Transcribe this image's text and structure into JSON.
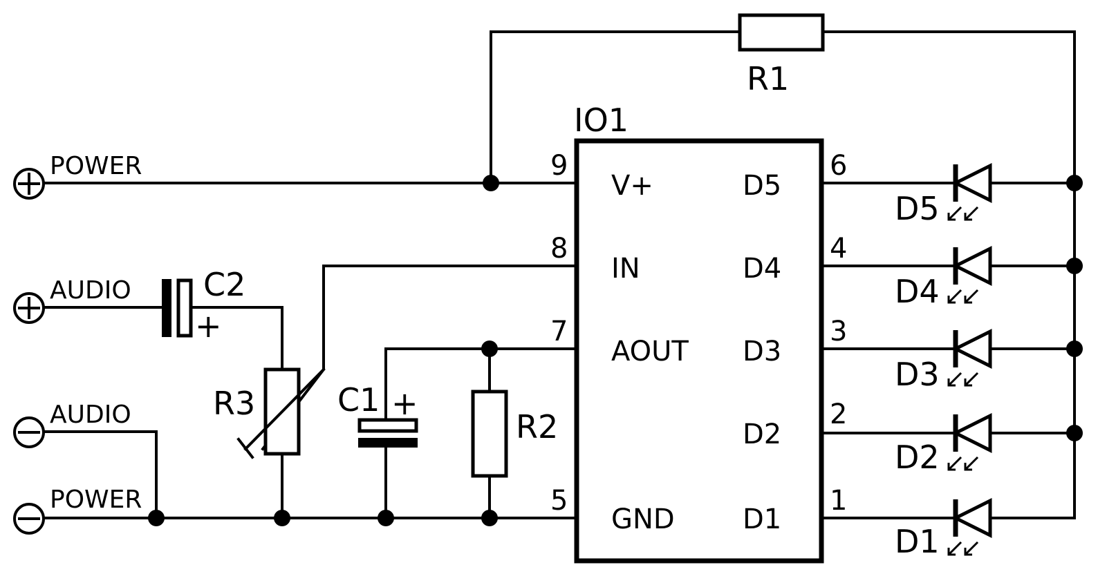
{
  "ic": {
    "name": "IO1",
    "pins": {
      "p9": "9",
      "p8": "8",
      "p7": "7",
      "p5": "5",
      "p6": "6",
      "p4": "4",
      "p3": "3",
      "p2": "2",
      "p1": "1"
    },
    "labels": {
      "vplus": "V+",
      "in": "IN",
      "aout": "AOUT",
      "gnd": "GND",
      "d5": "D5",
      "d4": "D4",
      "d3": "D3",
      "d2": "D2",
      "d1": "D1"
    }
  },
  "terminals": {
    "power_pos": {
      "sign": "+",
      "label": "POWER"
    },
    "audio_pos": {
      "sign": "+",
      "label": "AUDIO"
    },
    "audio_neg": {
      "sign": "-",
      "label": "AUDIO"
    },
    "power_neg": {
      "sign": "-",
      "label": "POWER"
    }
  },
  "components": {
    "r1": "R1",
    "r2": "R2",
    "r3": "R3",
    "c1": "C1",
    "c1_plus": "+",
    "c2": "C2",
    "c2_plus": "+",
    "d5": "D5",
    "d4": "D4",
    "d3": "D3",
    "d2": "D2",
    "d1": "D1"
  }
}
